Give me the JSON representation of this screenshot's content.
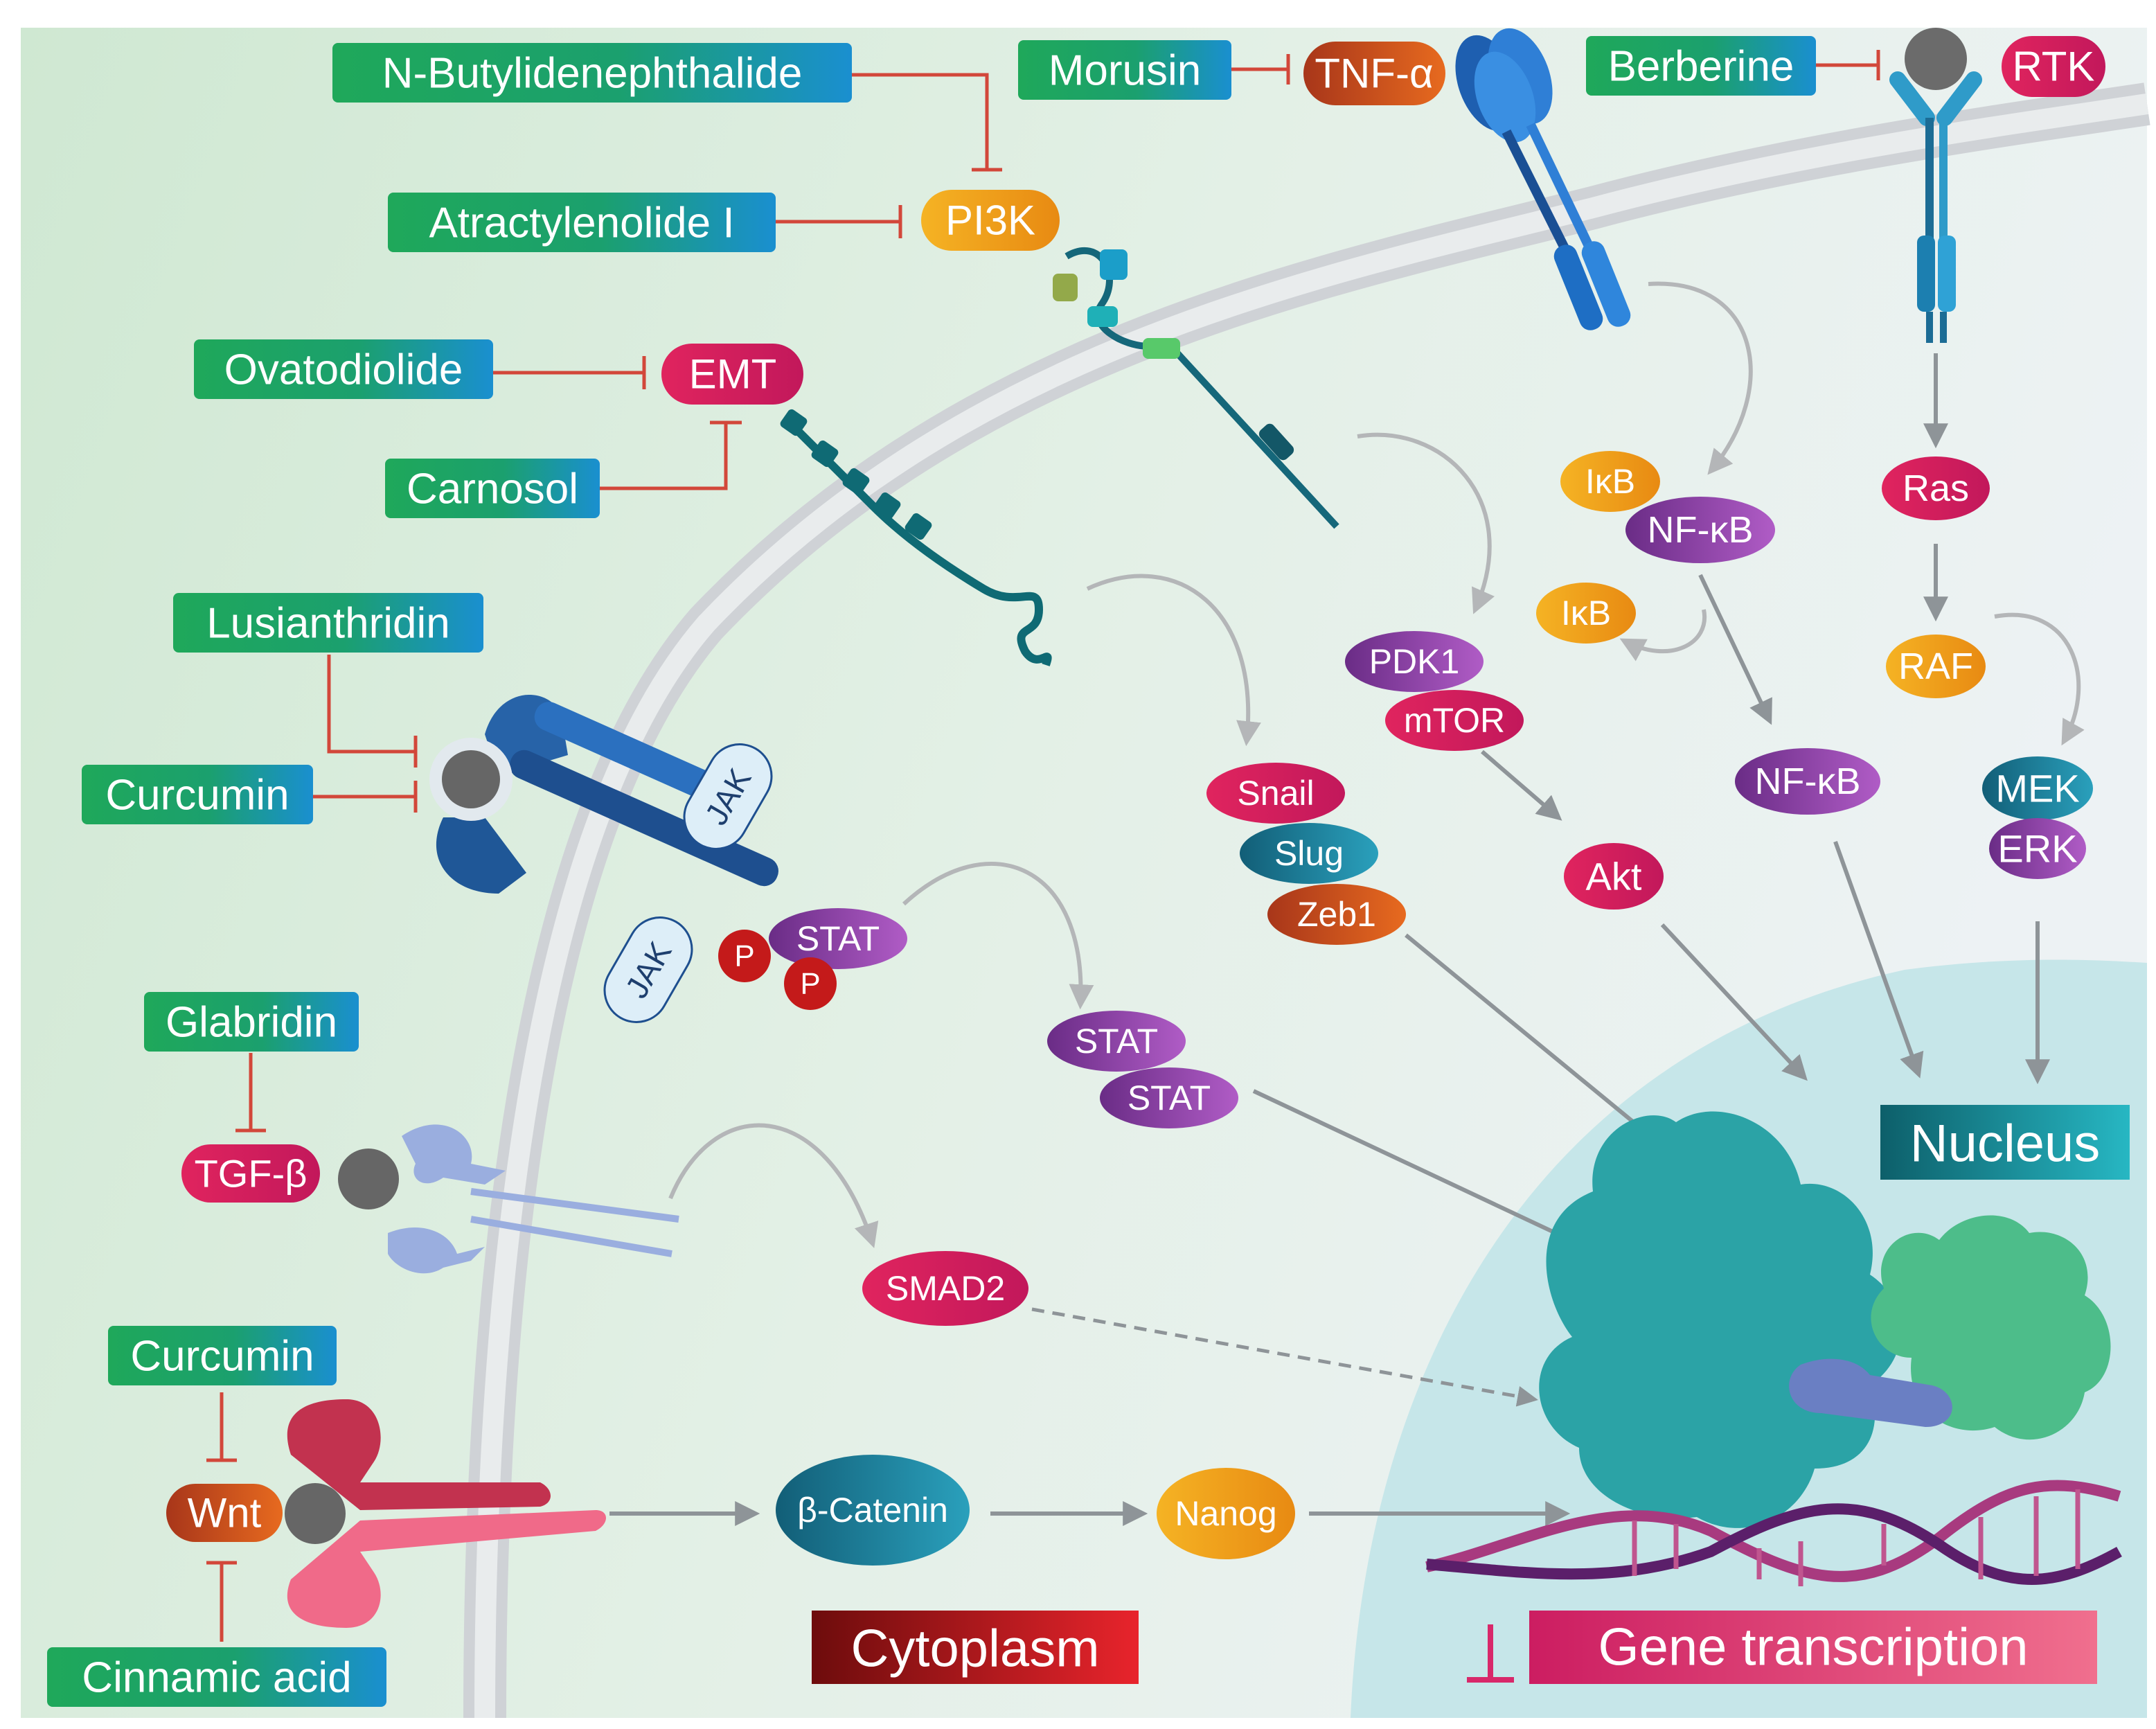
{
  "inhibitors": {
    "butylidenephthalide": "N-Butylidenephthalide",
    "atractylenolide": "Atractylenolide I",
    "ovatodiolide": "Ovatodiolide",
    "carnosol": "Carnosol",
    "lusianthridin": "Lusianthridin",
    "curcumin_jak": "Curcumin",
    "glabridin": "Glabridin",
    "curcumin_wnt": "Curcumin",
    "cinnamic_acid": "Cinnamic acid",
    "morusin": "Morusin",
    "berberine": "Berberine"
  },
  "targets": {
    "pi3k": "PI3K",
    "emt": "EMT",
    "tnf": "TNF-α",
    "rtk": "RTK",
    "tgfb": "TGF-β",
    "wnt": "Wnt"
  },
  "nodes": {
    "ikb_1": "IκB",
    "nfkb_1": "NF-κB",
    "ikb_2": "IκB",
    "nfkb_2": "NF-κB",
    "ras": "Ras",
    "raf": "RAF",
    "mek": "MEK",
    "erk": "ERK",
    "pdk1": "PDK1",
    "mtor": "mTOR",
    "akt": "Akt",
    "snail": "Snail",
    "slug": "Slug",
    "zeb1": "Zeb1",
    "stat_bound": "STAT",
    "stat_1": "STAT",
    "stat_2": "STAT",
    "phospho_1": "P",
    "phospho_2": "P",
    "jak_1": "JAK",
    "jak_2": "JAK",
    "smad2": "SMAD2",
    "beta_catenin": "β-Catenin",
    "nanog": "Nanog"
  },
  "compartments": {
    "nucleus": "Nucleus",
    "cytoplasm": "Cytoplasm",
    "gene_transcription": "Gene transcription",
    "inhibition_symbol": "⊥"
  },
  "colors": {
    "inhibitor_green": "#1fa85a",
    "inhibitor_blue": "#1a8fd0",
    "inhibit_line": "#d2473a",
    "arrow_gray": "#8e9498",
    "pink": "#d81b55",
    "purple": "#7b3b96",
    "orange": "#f0a21c",
    "brown_orange": "#c9471c",
    "teal": "#1e7d93",
    "nucleus_teal": "#2ba3a6",
    "cytoplasm_label": "#8a1212",
    "gene_label": "#d8286a"
  }
}
